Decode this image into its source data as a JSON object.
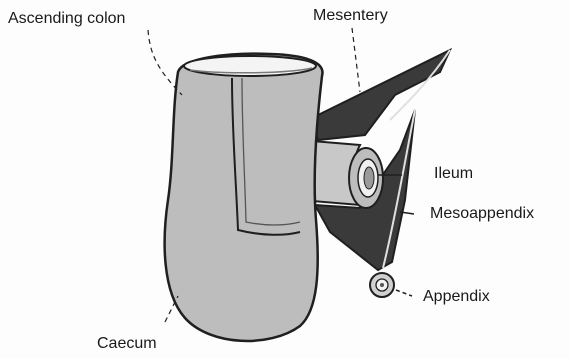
{
  "labels": {
    "ascending_colon": "Ascending colon",
    "mesentery": "Mesentery",
    "ileum": "Ileum",
    "mesoappendix": "Mesoappendix",
    "appendix": "Appendix",
    "caecum": "Caecum"
  },
  "colors": {
    "outline": "#1f1f1f",
    "colon_fill": "#bdbdbd",
    "lumen_fill": "#f4f4f4",
    "mesentery_fill": "#3a3a3a",
    "ileum_fill": "#c8c8c8"
  }
}
